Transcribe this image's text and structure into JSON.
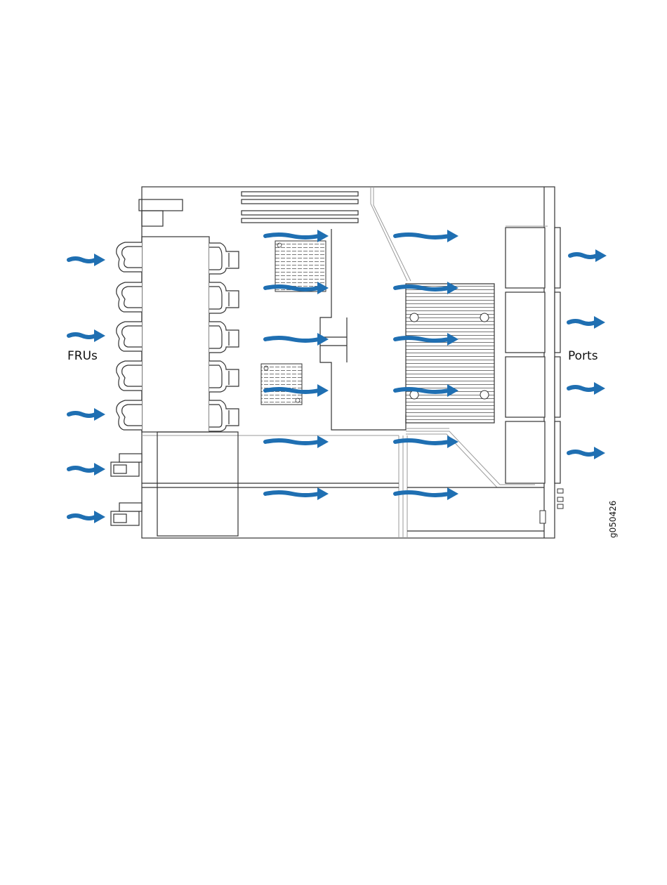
{
  "labels": {
    "left": "FRUs",
    "right": "Ports",
    "figure_id": "g050426"
  },
  "colors": {
    "airflow_arrow": "#1f6fb2",
    "outline": "#333333",
    "light_line": "#9a9a9a"
  },
  "icons": {
    "airflow": "wavy-arrow-right"
  }
}
